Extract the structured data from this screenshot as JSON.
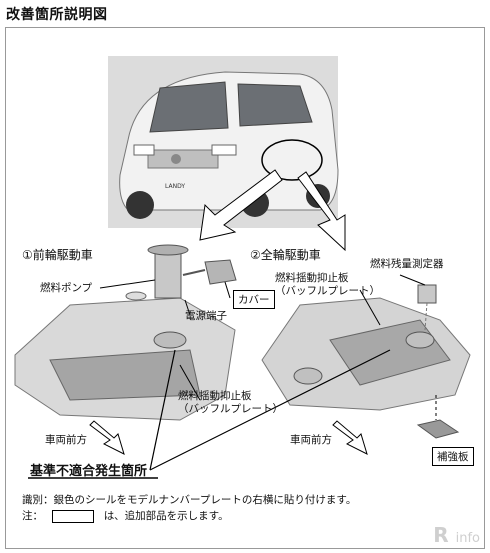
{
  "title": "改善箇所説明図",
  "sections": {
    "front_wheel_drive": "①前輪駆動車",
    "four_wheel_drive": "②全輪駆動車"
  },
  "labels": {
    "fuel_pump": "燃料ポンプ",
    "cover": "カバー",
    "power_terminal": "電源端子",
    "baffle_plate_front": "燃料揺動抑止板\n（バッフルプレート）",
    "baffle_plate_awd": "燃料揺動抑止板\n（バッフルプレート）",
    "fuel_gauge": "燃料残量測定器",
    "vehicle_front_left": "車両前方",
    "vehicle_front_right": "車両前方",
    "reinforcement_plate": "補強板"
  },
  "warning": "基準不適合発生箇所",
  "notes": {
    "identification": "識別：銀色のシールをモデルナンバープレートの右横に貼り付けます。",
    "note_prefix": "注：",
    "note_suffix": "は、追加部品を示します。"
  },
  "car_badge": "LANDY",
  "watermark": {
    "letter": "R",
    "text": "info"
  }
}
